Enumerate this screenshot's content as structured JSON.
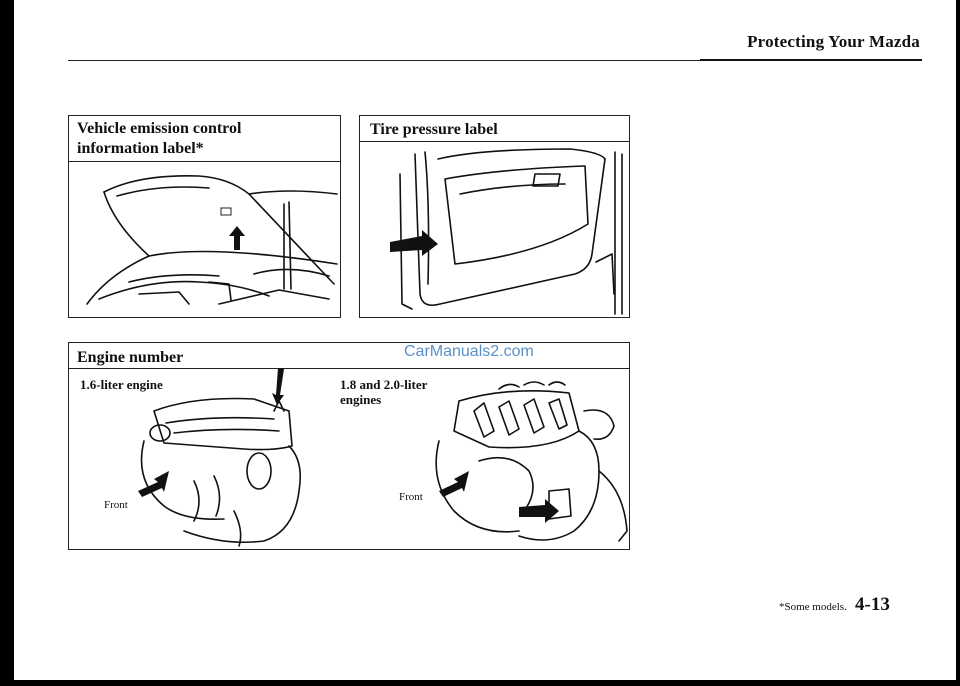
{
  "header": {
    "title": "Protecting Your Mazda"
  },
  "panels": {
    "emission": {
      "title_line1": "Vehicle emission control",
      "title_line2": "information label*"
    },
    "tire": {
      "title": "Tire pressure label"
    },
    "engine": {
      "title": "Engine number",
      "left_label": "1.6-liter engine",
      "right_label_line1": "1.8 and 2.0-liter",
      "right_label_line2": "engines",
      "front_left": "Front",
      "front_right": "Front"
    }
  },
  "watermark": "CarManuals2.com",
  "footer": {
    "footnote": "*Some models.",
    "page_number": "4-13"
  }
}
